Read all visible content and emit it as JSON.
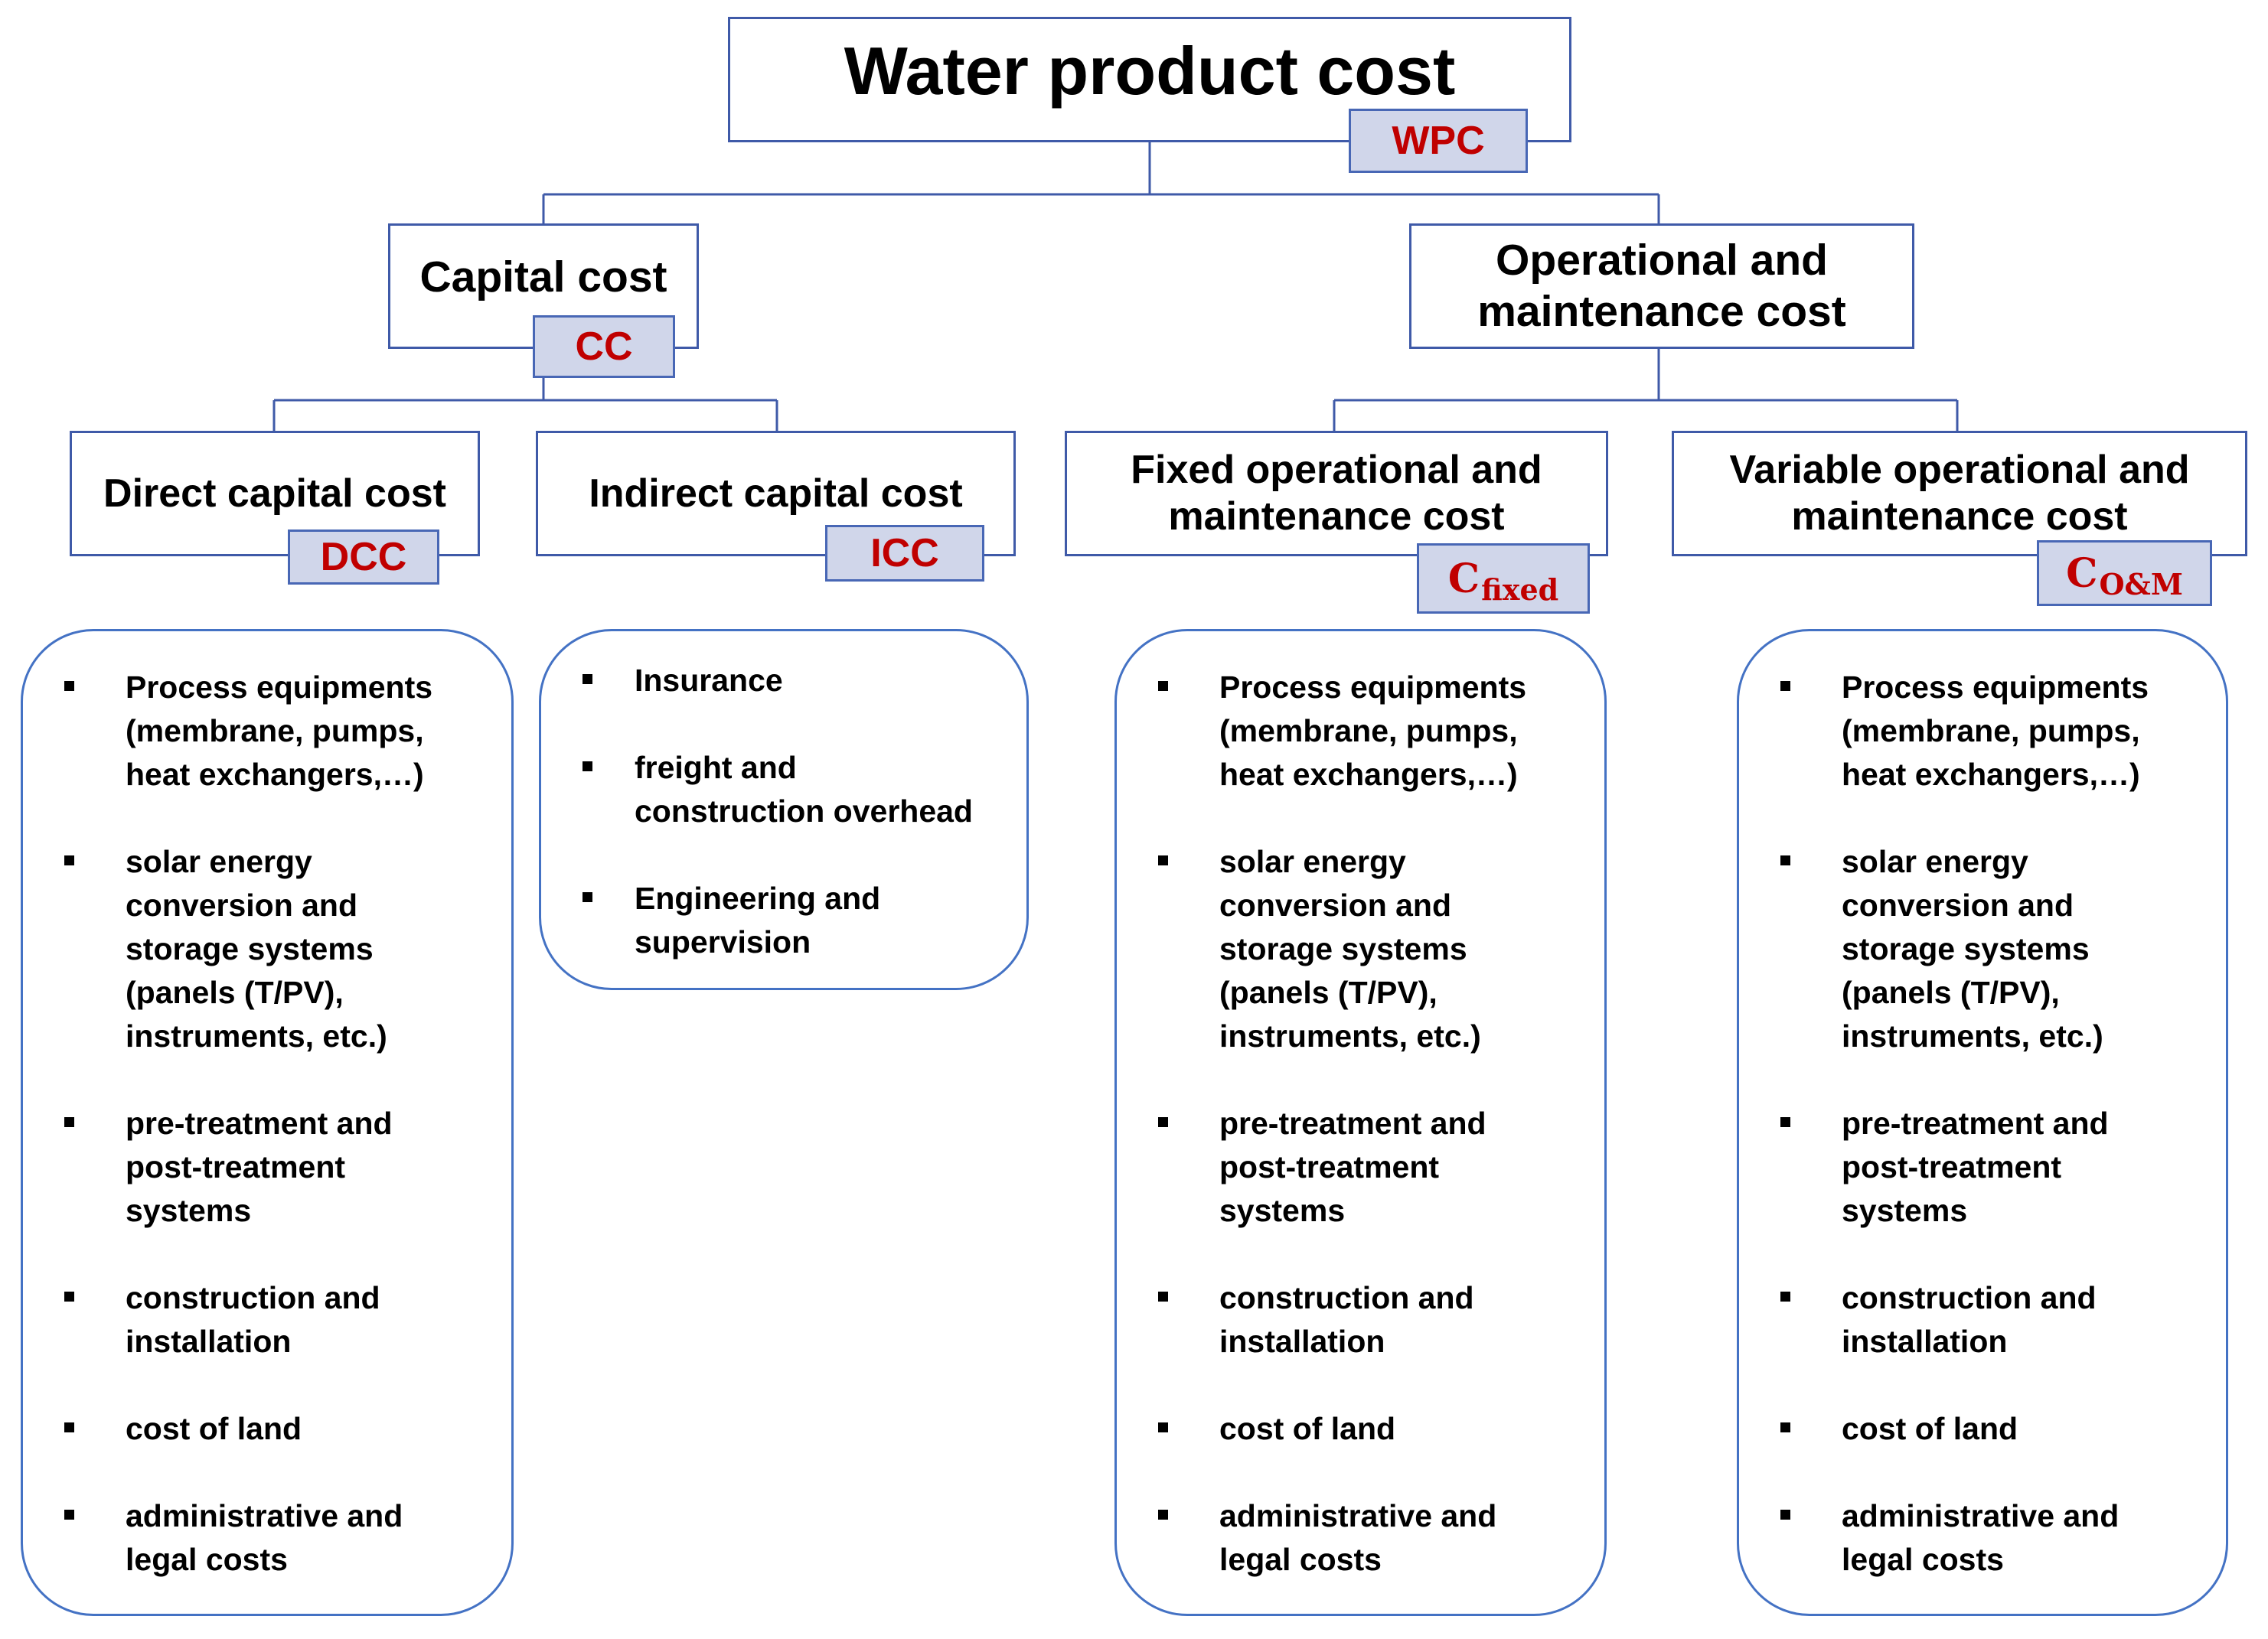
{
  "root": {
    "title": "Water product cost",
    "abbr": "WPC"
  },
  "capital": {
    "title": "Capital cost",
    "abbr": "CC",
    "direct": {
      "title": "Direct capital cost",
      "abbr": "DCC",
      "items": [
        "Process equipments\n(membrane, pumps,\nheat exchangers,…)",
        "solar energy\nconversion and\nstorage systems\n(panels (T/PV),\ninstruments, etc.)",
        "pre-treatment and\npost-treatment\nsystems",
        "construction and\ninstallation",
        "cost of land",
        "administrative and\nlegal costs"
      ]
    },
    "indirect": {
      "title": "Indirect capital cost",
      "abbr": "ICC",
      "items": [
        "Insurance",
        "freight and\nconstruction overhead",
        "Engineering and\nsupervision"
      ]
    }
  },
  "om": {
    "title": "Operational and\nmaintenance cost",
    "fixed": {
      "title": "Fixed operational and\nmaintenance cost",
      "abbr_main": "C",
      "abbr_sub": "fixed",
      "items": [
        "Process equipments\n(membrane, pumps,\nheat exchangers,…)",
        "solar energy\nconversion and\nstorage systems\n(panels (T/PV),\ninstruments, etc.)",
        "pre-treatment and\npost-treatment\nsystems",
        "construction and\ninstallation",
        "cost of land",
        "administrative and\nlegal costs"
      ]
    },
    "variable": {
      "title": "Variable operational and\nmaintenance cost",
      "abbr_main": "C",
      "abbr_sub": "O&M",
      "items": [
        "Process equipments\n(membrane, pumps,\nheat exchangers,…)",
        "solar energy\nconversion and\nstorage systems\n(panels (T/PV),\ninstruments, etc.)",
        "pre-treatment and\npost-treatment\nsystems",
        "construction and\ninstallation",
        "cost of land",
        "administrative and\nlegal costs"
      ]
    }
  }
}
